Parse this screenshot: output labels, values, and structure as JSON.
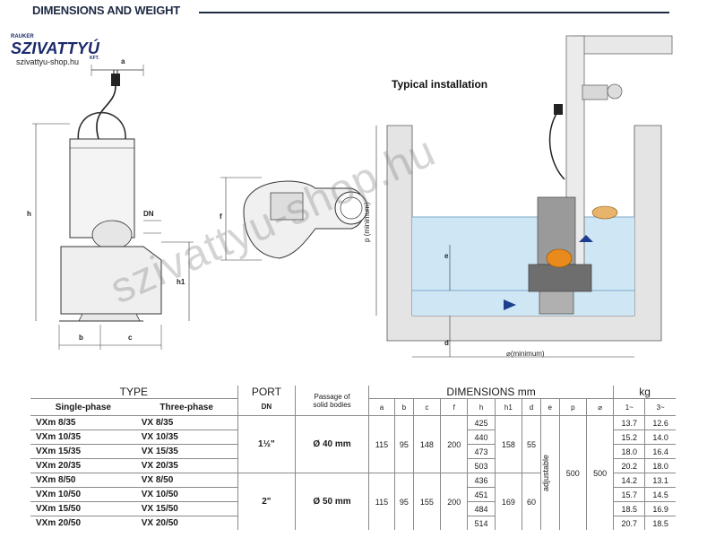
{
  "header": {
    "title": "DIMENSIONS AND WEIGHT"
  },
  "logo": {
    "brand_small": "RAUKER",
    "brand": "SZIVATTYÚ",
    "brand_kft": "KFT.",
    "site": "szivattyu-shop.hu"
  },
  "drawing_labels": {
    "a": "a",
    "b": "b",
    "c": "c",
    "d": "d",
    "e": "e",
    "f": "f",
    "h": "h",
    "h1": "h1",
    "dn": "DN",
    "p": "p (minimum)",
    "min": "⌀(minimum)"
  },
  "install_title": "Typical installation",
  "watermark": "szivattyu-shop.hu",
  "colors": {
    "title_blue": "#1f2a44",
    "water": "#cfe6f5",
    "pump_body": "#9a9a9a",
    "float": "#e88a1c",
    "arrow": "#1d3d8f"
  },
  "table": {
    "headers": {
      "type": "TYPE",
      "single": "Single-phase",
      "three": "Three-phase",
      "port": "PORT",
      "dn": "DN",
      "passage1": "Passage of",
      "passage2": "solid bodies",
      "dimensions": "DIMENSIONS mm",
      "kg": "kg",
      "cols": [
        "a",
        "b",
        "c",
        "f",
        "h",
        "h1",
        "d",
        "e",
        "p",
        "⌀",
        "1~",
        "3~"
      ]
    },
    "group1": {
      "port": "1½\"",
      "passage": "Ø 40 mm",
      "a": "115",
      "b": "95",
      "c": "148",
      "f": "200",
      "h1": "158",
      "d": "55",
      "rows": [
        {
          "single": "VXm 8/35",
          "three": "VX 8/35",
          "h": "425",
          "w1": "13.7",
          "w3": "12.6"
        },
        {
          "single": "VXm 10/35",
          "three": "VX 10/35",
          "h": "440",
          "w1": "15.2",
          "w3": "14.0"
        },
        {
          "single": "VXm 15/35",
          "three": "VX 15/35",
          "h": "473",
          "w1": "18.0",
          "w3": "16.4"
        },
        {
          "single": "VXm 20/35",
          "three": "VX 20/35",
          "h": "503",
          "w1": "20.2",
          "w3": "18.0"
        }
      ]
    },
    "group2": {
      "port": "2\"",
      "passage": "Ø 50 mm",
      "a": "115",
      "b": "95",
      "c": "155",
      "f": "200",
      "h1": "169",
      "d": "60",
      "rows": [
        {
          "single": "VXm 8/50",
          "three": "VX 8/50",
          "h": "436",
          "w1": "14.2",
          "w3": "13.1"
        },
        {
          "single": "VXm 10/50",
          "three": "VX 10/50",
          "h": "451",
          "w1": "15.7",
          "w3": "14.5"
        },
        {
          "single": "VXm 15/50",
          "three": "VX 15/50",
          "h": "484",
          "w1": "18.5",
          "w3": "16.9"
        },
        {
          "single": "VXm 20/50",
          "three": "VX 20/50",
          "h": "514",
          "w1": "20.7",
          "w3": "18.5"
        }
      ]
    },
    "shared": {
      "e": "adjustable",
      "p": "500",
      "dia": "500"
    }
  }
}
